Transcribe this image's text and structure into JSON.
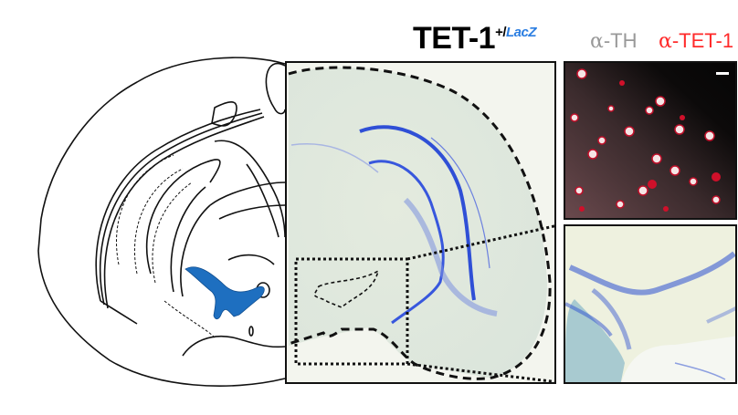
{
  "figure": {
    "title": {
      "main": "TET-1",
      "superscript_plus": "+/",
      "superscript_allele": "LacZ"
    },
    "stain_labels": [
      {
        "alpha": "α",
        "text": "-TH",
        "color": "#999999"
      },
      {
        "alpha": "α",
        "text": "-TET-1",
        "color": "#ff2a2a"
      }
    ],
    "panels": {
      "schematic": {
        "description": "coronal mouse brain atlas outline",
        "highlight_color": "#1e6fc0"
      },
      "xgal_section": {
        "description": "X-gal stained hippocampus/midbrain section",
        "stain_color": "#2f4fd6"
      },
      "immuno": {
        "description": "confocal alpha-TH / alpha-TET-1 immunostaining",
        "scale_bar": true
      },
      "zoom_inset": {
        "description": "magnified boxed region of X-gal section"
      }
    },
    "colors": {
      "accent_blue": "#2a7de1",
      "red": "#ff2a2a",
      "gray": "#999999"
    }
  }
}
